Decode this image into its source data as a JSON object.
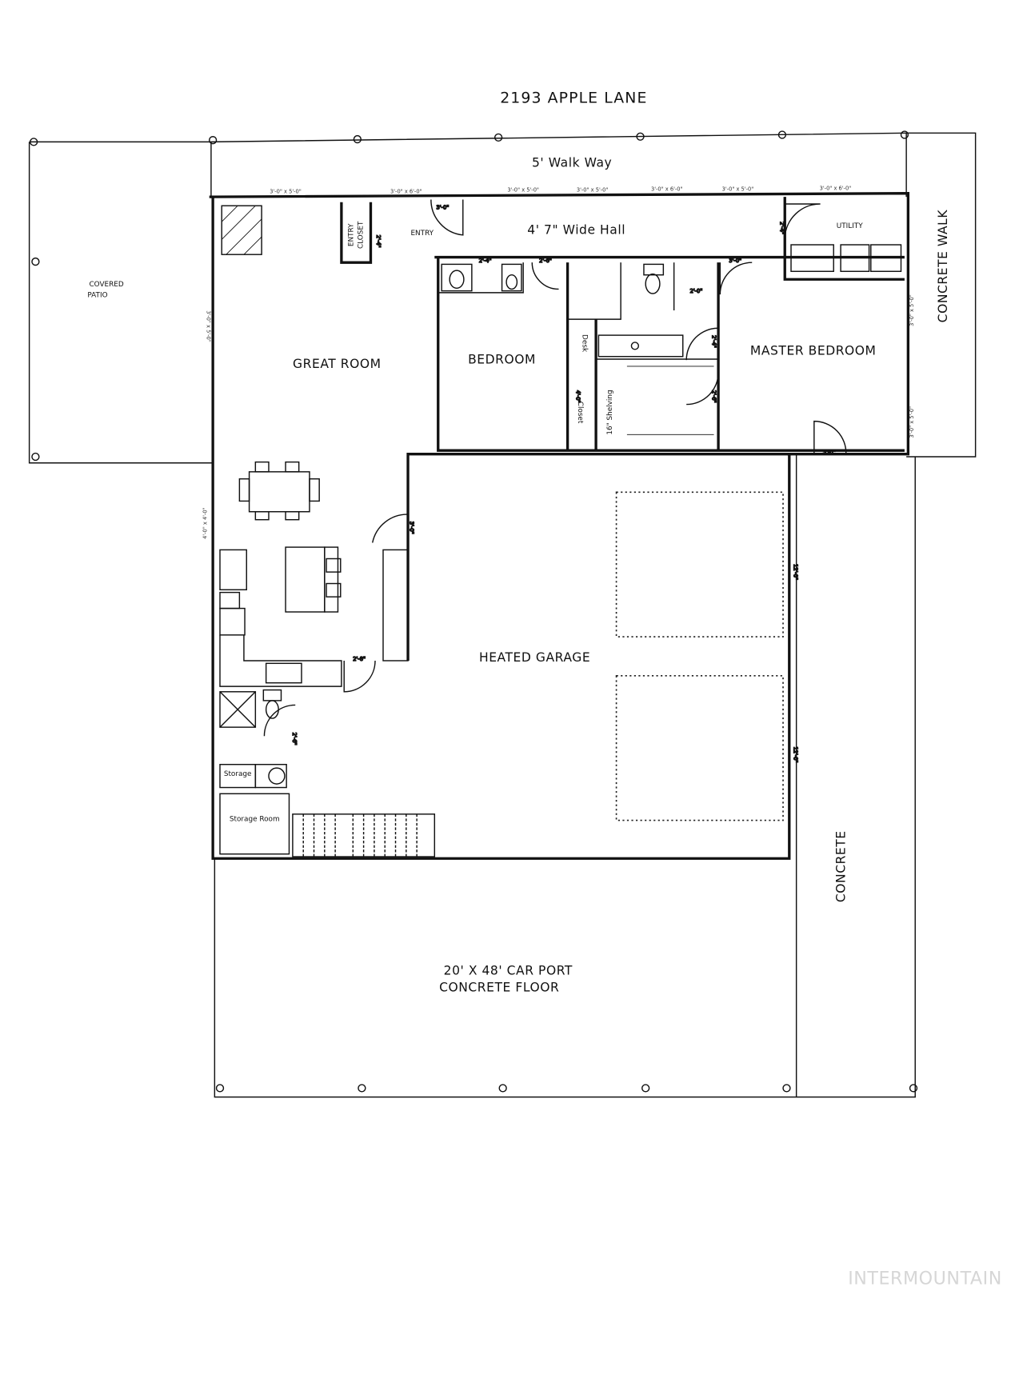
{
  "title": "2193 APPLE LANE",
  "areas": {
    "walkway": "5' Walk Way",
    "hall": "4' 7\" Wide Hall",
    "entry": "ENTRY",
    "entry_closet_line1": "ENTRY",
    "entry_closet_line2": "CLOSET",
    "utility": "UTILITY",
    "covered_patio_line1": "COVERED",
    "covered_patio_line2": "PATIO",
    "great_room": "GREAT ROOM",
    "bedroom": "BEDROOM",
    "master_bedroom": "MASTER BEDROOM",
    "desk": "Desk",
    "closet": "Closet",
    "shelving": "16\" Shelving",
    "heated_garage": "HEATED GARAGE",
    "storage": "Storage",
    "storage_room": "Storage Room",
    "concrete": "CONCRETE",
    "concrete_walk": "CONCRETE WALK",
    "carport_line1": "20' X 48' CAR PORT",
    "carport_line2": "CONCRETE FLOOR"
  },
  "windows": [
    "3'-0\" x 5'-0\"",
    "3'-0\" x 6'-0\"",
    "3'-0\" x 5'-0\"",
    "3'-0\" x 5'-0\"",
    "3'-0\" x 6'-0\"",
    "3'-0\" x 5'-0\"",
    "3'-0\" x 6'-0\""
  ],
  "side_windows": {
    "great_room": "3'-0\" x 5'-0\"",
    "dining": "4'-0\" x 4'-0\"",
    "master_1": "3'-0\" x 5'-0\"",
    "master_2": "3'-0\" x 5'-0\""
  },
  "doors": {
    "entry": "3'-0\"",
    "entry_closet": "2'-4\"",
    "utility": "2'-4\"",
    "bath1": "2'-4\"",
    "bath2": "2'-6\"",
    "master_bath": "3'-0\"",
    "wc": "2'-0\"",
    "master_closet": "2'-4\"",
    "master_closet2": "2'-6\"",
    "closet": "4'-0\"",
    "master_ext": "3'-0\"",
    "garage_entry": "3'-0\"",
    "kitchen_garage": "2'-8\"",
    "half_bath": "2'-6\"",
    "garage_door_1": "12'-0\"",
    "garage_door_2": "12'-0\""
  },
  "watermark": "INTERMOUNTAIN"
}
